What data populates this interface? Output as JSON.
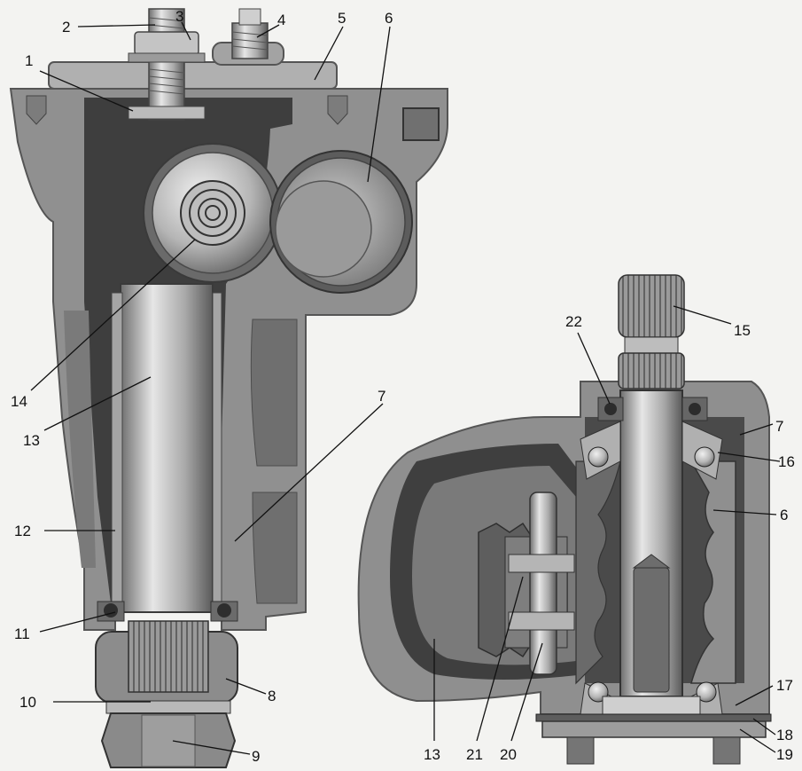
{
  "figure": {
    "callouts": [
      {
        "id": "c1",
        "label": "1"
      },
      {
        "id": "c2",
        "label": "2"
      },
      {
        "id": "c3",
        "label": "3"
      },
      {
        "id": "c4",
        "label": "4"
      },
      {
        "id": "c5",
        "label": "5"
      },
      {
        "id": "c6a",
        "label": "6"
      },
      {
        "id": "c7a",
        "label": "7"
      },
      {
        "id": "c8",
        "label": "8"
      },
      {
        "id": "c9",
        "label": "9"
      },
      {
        "id": "c10",
        "label": "10"
      },
      {
        "id": "c11",
        "label": "11"
      },
      {
        "id": "c12",
        "label": "12"
      },
      {
        "id": "c13a",
        "label": "13"
      },
      {
        "id": "c14",
        "label": "14"
      },
      {
        "id": "c15",
        "label": "15"
      },
      {
        "id": "c22",
        "label": "22"
      },
      {
        "id": "c7b",
        "label": "7"
      },
      {
        "id": "c16",
        "label": "16"
      },
      {
        "id": "c6b",
        "label": "6"
      },
      {
        "id": "c17",
        "label": "17"
      },
      {
        "id": "c18",
        "label": "18"
      },
      {
        "id": "c19",
        "label": "19"
      },
      {
        "id": "c13b",
        "label": "13"
      },
      {
        "id": "c21",
        "label": "21"
      },
      {
        "id": "c20",
        "label": "20"
      }
    ]
  },
  "colors": {
    "housing": "#8f8f8f",
    "housing_dark": "#5f5f5f",
    "cavity": "#3d3d3d",
    "steel_light": "#d9d9d9",
    "steel_mid": "#a8a8a8",
    "background": "#f3f3f1"
  }
}
